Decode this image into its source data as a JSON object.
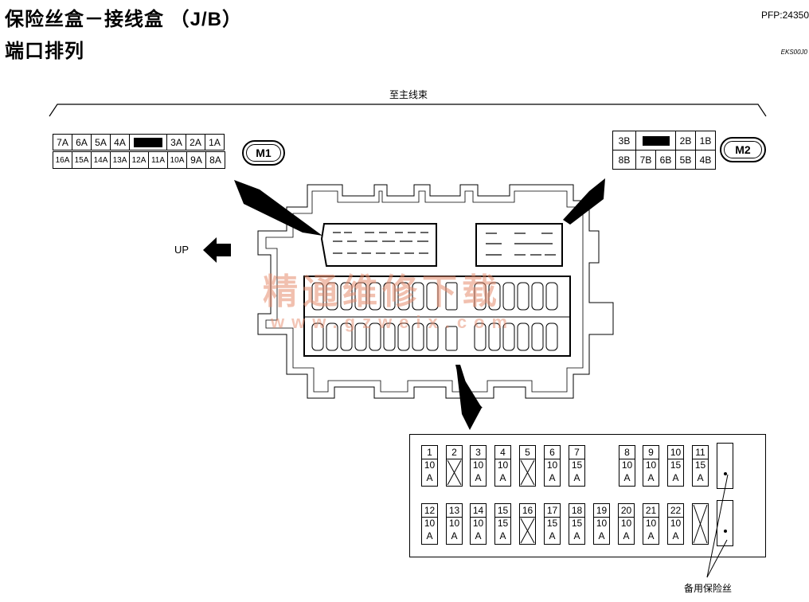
{
  "header": {
    "title": "保险丝盒－接线盒 （J/B）",
    "subtitle": "端口排列",
    "pfp": "PFP:24350",
    "code": "EKS00J0"
  },
  "labels": {
    "to_main_harness": "至主线束",
    "up": "UP",
    "spare_fuse": "备用保险丝"
  },
  "watermark": {
    "line1": "精通维修下载",
    "line2": "www.gzweix.com"
  },
  "connector_m1": {
    "badge": "M1",
    "top_row": [
      "7A",
      "6A",
      "5A",
      "4A",
      "",
      "3A",
      "2A",
      "1A"
    ],
    "bottom_row": [
      "16A",
      "15A",
      "14A",
      "13A",
      "12A",
      "11A",
      "10A",
      "9A",
      "8A"
    ]
  },
  "connector_m2": {
    "badge": "M2",
    "top_row": [
      "3B",
      "",
      "2B",
      "1B"
    ],
    "bottom_row": [
      "8B",
      "7B",
      "6B",
      "5B",
      "4B"
    ]
  },
  "fuses_top": [
    {
      "num": "1",
      "amp": "10",
      "unit": "A"
    },
    {
      "num": "2",
      "amp": "",
      "unit": ""
    },
    {
      "num": "3",
      "amp": "10",
      "unit": "A"
    },
    {
      "num": "4",
      "amp": "10",
      "unit": "A"
    },
    {
      "num": "5",
      "amp": "",
      "unit": ""
    },
    {
      "num": "6",
      "amp": "10",
      "unit": "A"
    },
    {
      "num": "7",
      "amp": "15",
      "unit": "A"
    },
    {
      "num": "8",
      "amp": "10",
      "unit": "A"
    },
    {
      "num": "9",
      "amp": "10",
      "unit": "A"
    },
    {
      "num": "10",
      "amp": "15",
      "unit": "A"
    },
    {
      "num": "11",
      "amp": "15",
      "unit": "A"
    }
  ],
  "fuses_bottom": [
    {
      "num": "12",
      "amp": "10",
      "unit": "A"
    },
    {
      "num": "13",
      "amp": "10",
      "unit": "A"
    },
    {
      "num": "14",
      "amp": "10",
      "unit": "A"
    },
    {
      "num": "15",
      "amp": "15",
      "unit": "A"
    },
    {
      "num": "16",
      "amp": "",
      "unit": ""
    },
    {
      "num": "17",
      "amp": "15",
      "unit": "A"
    },
    {
      "num": "18",
      "amp": "15",
      "unit": "A"
    },
    {
      "num": "19",
      "amp": "10",
      "unit": "A"
    },
    {
      "num": "20",
      "amp": "10",
      "unit": "A"
    },
    {
      "num": "21",
      "amp": "10",
      "unit": "A"
    },
    {
      "num": "22",
      "amp": "10",
      "unit": "A"
    }
  ]
}
